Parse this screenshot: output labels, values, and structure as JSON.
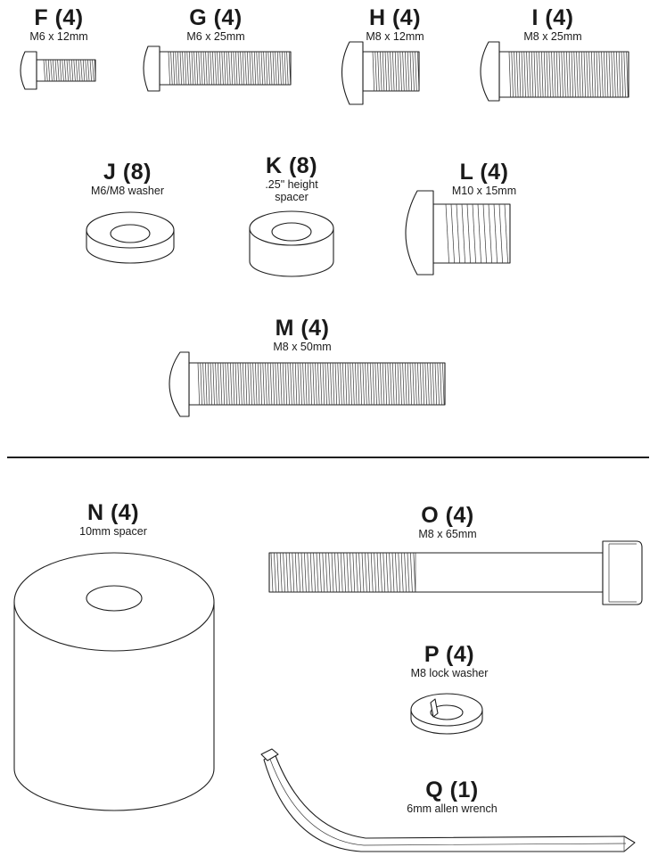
{
  "diagram": {
    "parts": [
      {
        "id": "F",
        "code": "F (4)",
        "desc": "M6 x 12mm"
      },
      {
        "id": "G",
        "code": "G (4)",
        "desc": "M6 x 25mm"
      },
      {
        "id": "H",
        "code": "H (4)",
        "desc": "M8 x 12mm"
      },
      {
        "id": "I",
        "code": "I (4)",
        "desc": "M8 x 25mm"
      },
      {
        "id": "J",
        "code": "J (8)",
        "desc": "M6/M8 washer"
      },
      {
        "id": "K",
        "code": "K (8)",
        "desc": ".25\" height",
        "desc2": "spacer"
      },
      {
        "id": "L",
        "code": "L (4)",
        "desc": "M10 x 15mm"
      },
      {
        "id": "M",
        "code": "M (4)",
        "desc": "M8 x 50mm"
      },
      {
        "id": "N",
        "code": "N (4)",
        "desc": "10mm spacer"
      },
      {
        "id": "O",
        "code": "O (4)",
        "desc": "M8 x 65mm"
      },
      {
        "id": "P",
        "code": "P (4)",
        "desc": "M8 lock washer"
      },
      {
        "id": "Q",
        "code": "Q (1)",
        "desc": "6mm allen wrench"
      }
    ]
  }
}
